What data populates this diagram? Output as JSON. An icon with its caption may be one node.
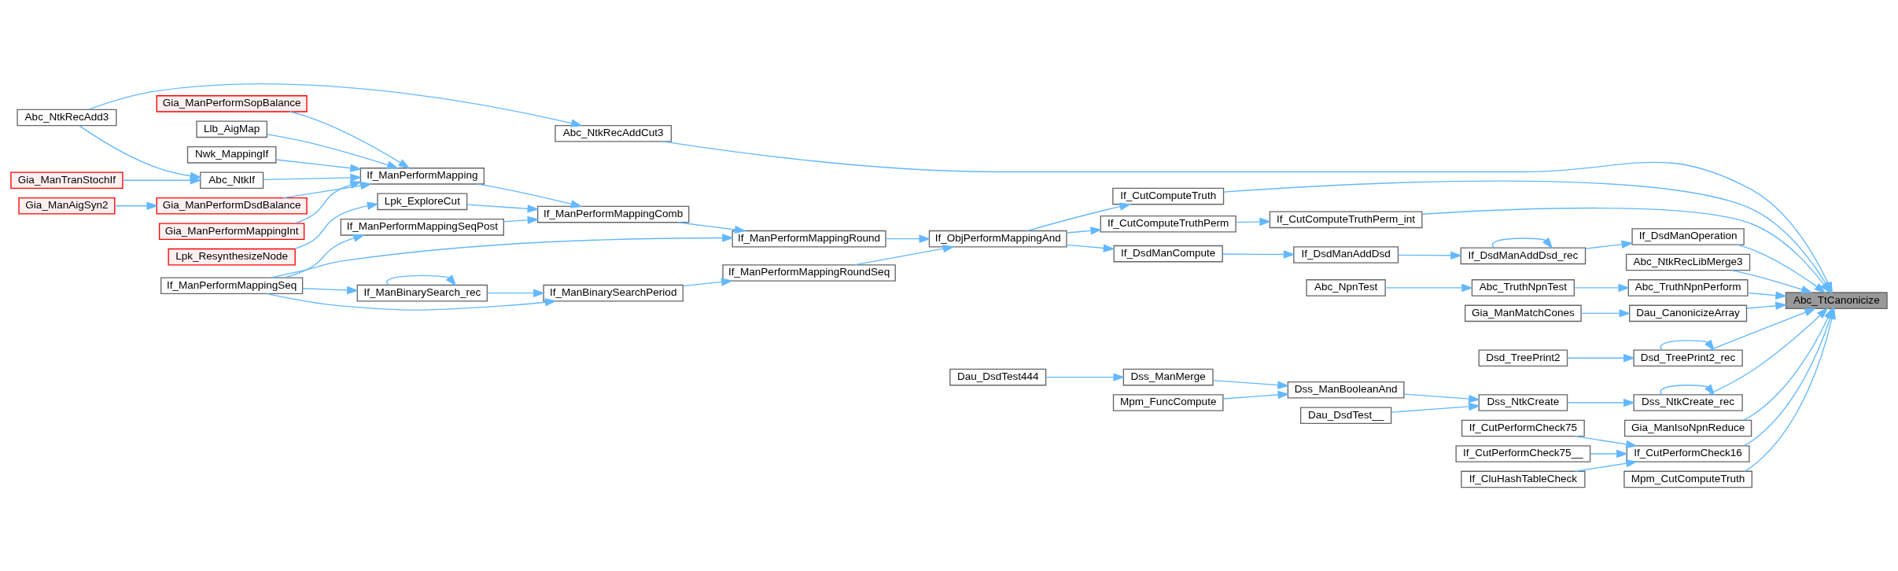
{
  "diagram": {
    "nodes": [
      {
        "text": [
          "Abc_TtCanonicize"
        ]
      },
      {
        "text": [
          "Abc_NtkRecAdd3"
        ]
      },
      {
        "text": [
          "Abc_NtkRecAddCut3"
        ]
      },
      {
        "text": [
          "Abc_NtkIf"
        ]
      },
      {
        "text": [
          "Gia_ManTranStochIf"
        ]
      },
      {
        "text": [
          "Gia_ManAigSyn2"
        ]
      },
      {
        "text": [
          "Gia_ManPerformDsdBalance"
        ]
      },
      {
        "text": [
          "Gia_ManPerformMappingInt"
        ]
      },
      {
        "text": [
          "Gia_ManPerformSopBalance"
        ]
      },
      {
        "text": [
          "If_ManPerformMapping"
        ]
      },
      {
        "text": [
          "Llb_AigMap"
        ]
      },
      {
        "text": [
          "Nwk_MappingIf"
        ]
      },
      {
        "text": [
          "Lpk_ExploreCut"
        ]
      },
      {
        "text": [
          "Lpk_ResynthesizeNode"
        ]
      },
      {
        "text": [
          "If_ManPerformMappingComb"
        ]
      },
      {
        "text": [
          "If_ManPerformMappingSeqPost"
        ]
      },
      {
        "text": [
          "If_ManPerformMappingSeq"
        ]
      },
      {
        "text": [
          "If_ManPerformMappingRound"
        ]
      },
      {
        "text": [
          "If_ManBinarySearchPeriod"
        ]
      },
      {
        "text": [
          "If_ManPerformMappingRoundSeq"
        ]
      },
      {
        "text": [
          "If_ManBinarySearch_rec"
        ]
      },
      {
        "text": [
          "If_ObjPerformMappingAnd"
        ]
      },
      {
        "text": [
          "If_CutComputeTruth"
        ]
      },
      {
        "text": [
          "If_CutComputeTruthPerm"
        ]
      },
      {
        "text": [
          "If_DsdManCompute"
        ]
      },
      {
        "text": [
          "If_DsdManAddDsd"
        ]
      },
      {
        "text": [
          "If_DsdManAddDsd_rec"
        ]
      },
      {
        "text": [
          "Abc_NtkRecLibMerge3"
        ]
      },
      {
        "text": [
          "Abc_NpnTest"
        ]
      },
      {
        "text": [
          "Abc_TruthNpnTest"
        ]
      },
      {
        "text": [
          "Abc_TruthNpnPerform"
        ]
      },
      {
        "text": [
          "Gia_ManMatchCones"
        ]
      },
      {
        "text": [
          "Dau_CanonicizeArray"
        ]
      },
      {
        "text": [
          "Dsd_TreePrint2"
        ]
      },
      {
        "text": [
          "Dsd_TreePrint2_rec"
        ]
      },
      {
        "text": [
          "Dau_DsdTest444"
        ]
      },
      {
        "text": [
          "Dss_ManMerge"
        ]
      },
      {
        "text": [
          "Dau_DsdTest__"
        ]
      },
      {
        "text": [
          "Dss_NtkCreate"
        ]
      },
      {
        "text": [
          "Dss_NtkCreate_rec"
        ]
      },
      {
        "text": [
          "Mpm_FuncCompute"
        ]
      },
      {
        "text": [
          "Dss_ManBooleanAnd"
        ]
      },
      {
        "text": [
          "Gia_ManIsoNpnReduce"
        ]
      },
      {
        "text": [
          "If_CutComputeTruthPerm_int"
        ]
      },
      {
        "text": [
          "If_CluHashTableCheck"
        ]
      },
      {
        "text": [
          "If_CutPerformCheck16"
        ]
      },
      {
        "text": [
          "If_CutPerformCheck75"
        ]
      },
      {
        "text": [
          "If_CutPerformCheck75__"
        ]
      },
      {
        "text": [
          "If_DsdManOperation"
        ]
      },
      {
        "text": [
          "Mpm_CutComputeTruth"
        ]
      }
    ],
    "edges": [
      {
        "from": 1,
        "to": 2,
        "arrow": "to"
      },
      {
        "from": 1,
        "to": 3,
        "arrow": "to"
      },
      {
        "from": 4,
        "to": 3,
        "arrow": "to"
      },
      {
        "from": 3,
        "to": 9,
        "arrow": "to"
      },
      {
        "from": 5,
        "to": 6,
        "arrow": "to"
      },
      {
        "from": 6,
        "to": 9,
        "arrow": "to"
      },
      {
        "from": 7,
        "to": 9,
        "arrow": "to"
      },
      {
        "from": 8,
        "to": 9,
        "arrow": "to"
      },
      {
        "from": 10,
        "to": 9,
        "arrow": "to"
      },
      {
        "from": 11,
        "to": 9,
        "arrow": "to"
      },
      {
        "from": 9,
        "to": 14,
        "arrow": "to"
      },
      {
        "from": 12,
        "to": 14,
        "arrow": "to"
      },
      {
        "from": 13,
        "to": 12,
        "arrow": "to"
      },
      {
        "from": 15,
        "to": 14,
        "arrow": "to"
      },
      {
        "from": 16,
        "to": 15,
        "arrow": "to"
      },
      {
        "from": 16,
        "to": 17,
        "arrow": "to"
      },
      {
        "from": 16,
        "to": 18,
        "arrow": "to"
      },
      {
        "from": 16,
        "to": 20,
        "arrow": "to"
      },
      {
        "from": 20,
        "to": 20,
        "arrow": "to"
      },
      {
        "from": 20,
        "to": 18,
        "arrow": "to"
      },
      {
        "from": 14,
        "to": 17,
        "arrow": "to"
      },
      {
        "from": 17,
        "to": 21,
        "arrow": "to"
      },
      {
        "from": 18,
        "to": 19,
        "arrow": "to"
      },
      {
        "from": 19,
        "to": 21,
        "arrow": "to"
      },
      {
        "from": 21,
        "to": 22,
        "arrow": "to"
      },
      {
        "from": 21,
        "to": 23,
        "arrow": "to"
      },
      {
        "from": 21,
        "to": 24,
        "arrow": "to"
      },
      {
        "from": 24,
        "to": 25,
        "arrow": "to"
      },
      {
        "from": 25,
        "to": 26,
        "arrow": "to"
      },
      {
        "from": 26,
        "to": 26,
        "arrow": "to"
      },
      {
        "from": 26,
        "to": 48,
        "arrow": "to"
      },
      {
        "from": 2,
        "to": 0,
        "arrow": "to"
      },
      {
        "from": 27,
        "to": 0,
        "arrow": "to"
      },
      {
        "from": 28,
        "to": 29,
        "arrow": "to"
      },
      {
        "from": 29,
        "to": 30,
        "arrow": "to"
      },
      {
        "from": 30,
        "to": 0,
        "arrow": "to"
      },
      {
        "from": 31,
        "to": 32,
        "arrow": "to"
      },
      {
        "from": 32,
        "to": 0,
        "arrow": "to"
      },
      {
        "from": 33,
        "to": 34,
        "arrow": "to"
      },
      {
        "from": 34,
        "to": 34,
        "arrow": "to"
      },
      {
        "from": 34,
        "to": 0,
        "arrow": "to"
      },
      {
        "from": 35,
        "to": 36,
        "arrow": "to"
      },
      {
        "from": 36,
        "to": 41,
        "arrow": "to"
      },
      {
        "from": 40,
        "to": 41,
        "arrow": "to"
      },
      {
        "from": 41,
        "to": 38,
        "arrow": "to"
      },
      {
        "from": 37,
        "to": 38,
        "arrow": "to"
      },
      {
        "from": 38,
        "to": 39,
        "arrow": "to"
      },
      {
        "from": 39,
        "to": 39,
        "arrow": "to"
      },
      {
        "from": 39,
        "to": 0,
        "arrow": "to"
      },
      {
        "from": 42,
        "to": 0,
        "arrow": "to"
      },
      {
        "from": 22,
        "to": 0,
        "arrow": "to"
      },
      {
        "from": 23,
        "to": 43,
        "arrow": "to"
      },
      {
        "from": 43,
        "to": 0,
        "arrow": "to"
      },
      {
        "from": 44,
        "to": 45,
        "arrow": "to"
      },
      {
        "from": 46,
        "to": 45,
        "arrow": "to"
      },
      {
        "from": 47,
        "to": 45,
        "arrow": "to"
      },
      {
        "from": 45,
        "to": 0,
        "arrow": "to"
      },
      {
        "from": 48,
        "to": 0,
        "arrow": "to"
      },
      {
        "from": 49,
        "to": 0,
        "arrow": "to"
      }
    ]
  }
}
